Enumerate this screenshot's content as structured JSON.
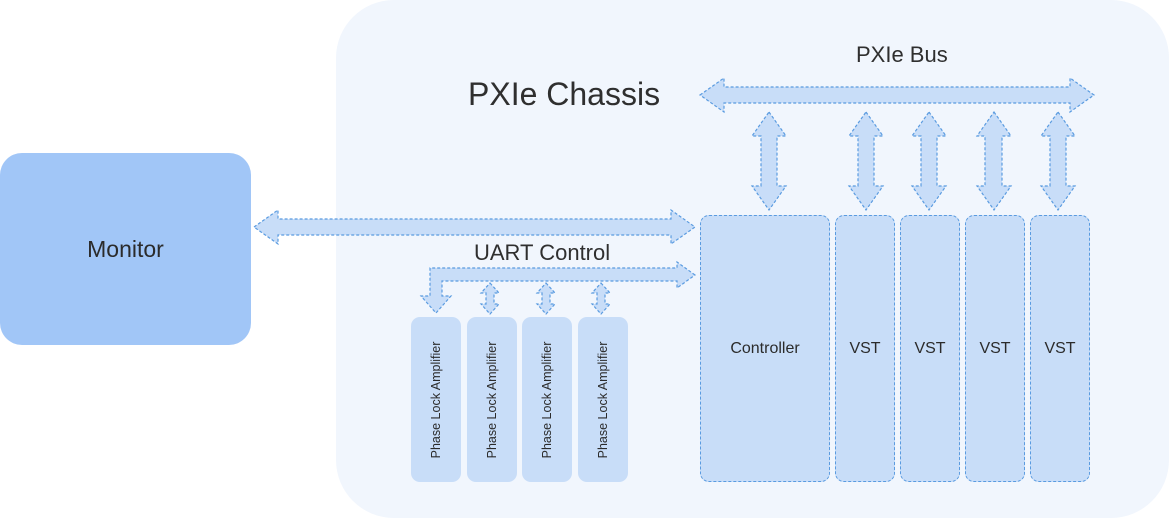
{
  "chassis": {
    "title": "PXIe Chassis",
    "bus_label": "PXIe Bus"
  },
  "monitor": {
    "label": "Monitor"
  },
  "uart": {
    "label": "UART Control"
  },
  "controller": {
    "label": "Controller"
  },
  "vsts": [
    "VST",
    "VST",
    "VST",
    "VST"
  ],
  "amplifiers": [
    "Phase Lock Amplifier",
    "Phase Lock Amplifier",
    "Phase Lock Amplifier",
    "Phase Lock Amplifier"
  ]
}
